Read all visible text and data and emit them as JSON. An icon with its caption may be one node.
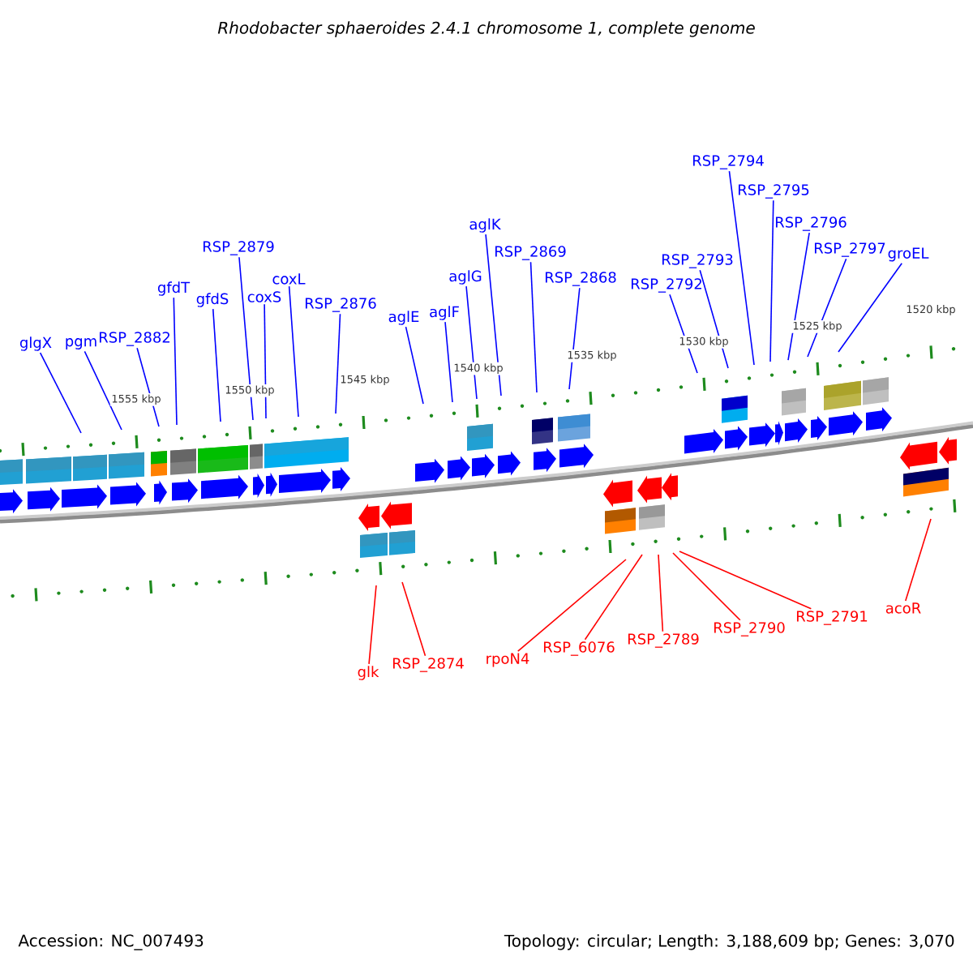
{
  "diagram": {
    "title": "Rhodobacter sphaeroides 2.4.1 chromosome 1, complete genome",
    "nodes": [
      {
        "text": [
          "glgX"
        ]
      },
      {
        "text": [
          "pgm"
        ]
      },
      {
        "text": [
          "RSP_2882"
        ]
      },
      {
        "text": [
          "gfdT"
        ]
      },
      {
        "text": [
          "gfdS"
        ]
      },
      {
        "text": [
          "RSP_2879"
        ]
      },
      {
        "text": [
          "coxS"
        ]
      },
      {
        "text": [
          "coxL"
        ]
      },
      {
        "text": [
          "RSP_2876"
        ]
      },
      {
        "text": [
          "aglE"
        ]
      },
      {
        "text": [
          "aglF"
        ]
      },
      {
        "text": [
          "aglG"
        ]
      },
      {
        "text": [
          "aglK"
        ]
      },
      {
        "text": [
          "RSP_2869"
        ]
      },
      {
        "text": [
          "RSP_2868"
        ]
      },
      {
        "text": [
          "RSP_2792"
        ]
      },
      {
        "text": [
          "RSP_2793"
        ]
      },
      {
        "text": [
          "RSP_2794"
        ]
      },
      {
        "text": [
          "RSP_2795"
        ]
      },
      {
        "text": [
          "RSP_2796"
        ]
      },
      {
        "text": [
          "RSP_2797"
        ]
      },
      {
        "text": [
          "groEL"
        ]
      },
      {
        "text": [
          "glk"
        ]
      },
      {
        "text": [
          "RSP_2874"
        ]
      },
      {
        "text": [
          "rpoN4"
        ]
      },
      {
        "text": [
          "RSP_6076"
        ]
      },
      {
        "text": [
          "RSP_2789"
        ]
      },
      {
        "text": [
          "RSP_2790"
        ]
      },
      {
        "text": [
          "RSP_2791"
        ]
      },
      {
        "text": [
          "acoR"
        ]
      }
    ],
    "edges": [
      {
        "from": 0,
        "to": null,
        "arrow": "none"
      },
      {
        "from": 1,
        "to": null,
        "arrow": "none"
      },
      {
        "from": 2,
        "to": null,
        "arrow": "none"
      },
      {
        "from": 3,
        "to": null,
        "arrow": "none"
      },
      {
        "from": 4,
        "to": null,
        "arrow": "none"
      },
      {
        "from": 5,
        "to": null,
        "arrow": "none"
      },
      {
        "from": 6,
        "to": null,
        "arrow": "none"
      },
      {
        "from": 7,
        "to": null,
        "arrow": "none"
      },
      {
        "from": 8,
        "to": null,
        "arrow": "none"
      },
      {
        "from": 9,
        "to": null,
        "arrow": "none"
      },
      {
        "from": 10,
        "to": null,
        "arrow": "none"
      },
      {
        "from": 11,
        "to": null,
        "arrow": "none"
      },
      {
        "from": 12,
        "to": null,
        "arrow": "none"
      },
      {
        "from": 13,
        "to": null,
        "arrow": "none"
      },
      {
        "from": 14,
        "to": null,
        "arrow": "none"
      },
      {
        "from": 15,
        "to": null,
        "arrow": "none"
      },
      {
        "from": 16,
        "to": null,
        "arrow": "none"
      },
      {
        "from": 17,
        "to": null,
        "arrow": "none"
      },
      {
        "from": 18,
        "to": null,
        "arrow": "none"
      },
      {
        "from": 19,
        "to": null,
        "arrow": "none"
      },
      {
        "from": 20,
        "to": null,
        "arrow": "none"
      },
      {
        "from": 21,
        "to": null,
        "arrow": "none"
      },
      {
        "from": 22,
        "to": null,
        "arrow": "none",
        "color": "#ff0000"
      },
      {
        "from": 23,
        "to": null,
        "arrow": "none",
        "color": "#ff0000"
      },
      {
        "from": 24,
        "to": null,
        "arrow": "none",
        "color": "#ff0000"
      },
      {
        "from": 25,
        "to": null,
        "arrow": "none",
        "color": "#ff0000"
      },
      {
        "from": 26,
        "to": null,
        "arrow": "none",
        "color": "#ff0000"
      },
      {
        "from": 27,
        "to": null,
        "arrow": "none",
        "color": "#ff0000"
      },
      {
        "from": 28,
        "to": null,
        "arrow": "none",
        "color": "#ff0000"
      },
      {
        "from": 29,
        "to": null,
        "arrow": "none",
        "color": "#ff0000"
      }
    ],
    "labels": [
      "1555 kbp",
      "1550 kbp",
      "1545 kbp",
      "1540 kbp",
      "1535 kbp",
      "1530 kbp",
      "1525 kbp",
      "1520 kbp",
      "Accession: NC_007493",
      "Topology: circular; Length: 3,188,609 bp; Genes: 3,070"
    ]
  }
}
